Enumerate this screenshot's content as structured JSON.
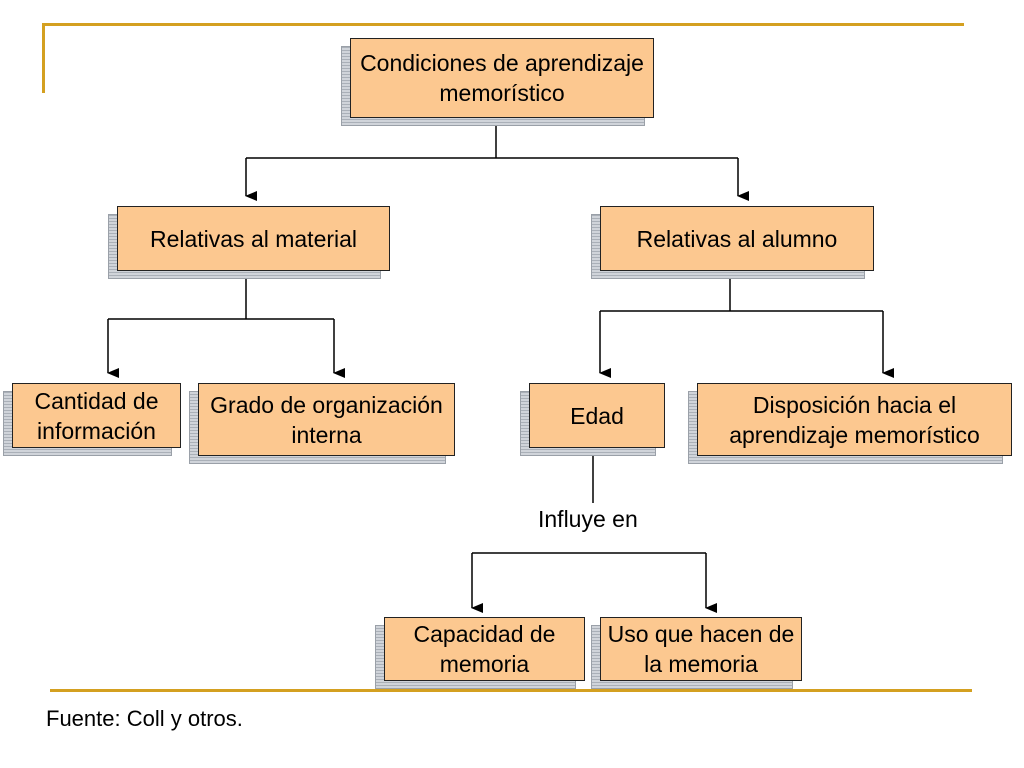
{
  "diagram": {
    "root": {
      "label": "Condiciones de aprendizaje memorístico"
    },
    "branches": {
      "material": {
        "label": "Relativas al material",
        "children": [
          "Cantidad de información",
          "Grado de organización interna"
        ]
      },
      "alumno": {
        "label": "Relativas al alumno",
        "children": [
          "Edad",
          "Disposición hacia el aprendizaje memorístico"
        ]
      }
    },
    "edad_link_label": "Influye en",
    "edad_effects": [
      "Capacidad de memoria",
      "Uso que hacen de la memoria"
    ]
  },
  "footer": {
    "source": "Fuente: Coll y otros."
  },
  "colors": {
    "node_fill": "#fcc890",
    "accent_line": "#d4a020",
    "shadow": "#b8bdc5"
  }
}
